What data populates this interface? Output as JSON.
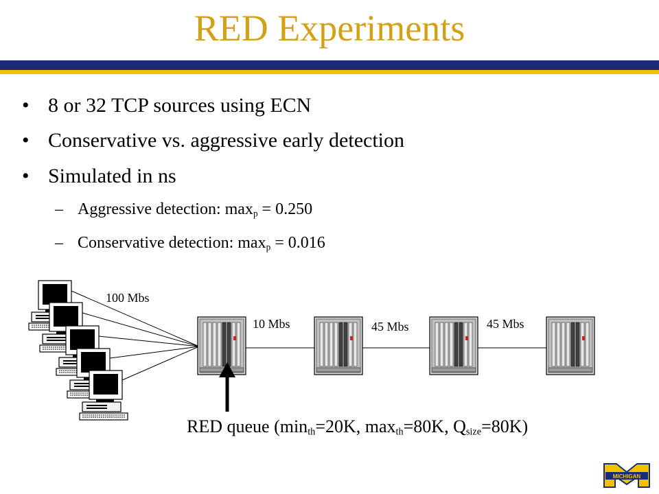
{
  "slide": {
    "title": "RED Experiments",
    "bullets": [
      "8 or 32 TCP sources using ECN",
      "Conservative vs. aggressive early detection",
      "Simulated in ns"
    ],
    "bullet_marker": "•",
    "sub_marker": "–",
    "sub_bullets": [
      {
        "prefix": "Aggressive detection: max",
        "subscript": "p",
        "suffix": " = 0.250"
      },
      {
        "prefix": "Conservative detection: max",
        "subscript": "p",
        "suffix": " = 0.016"
      }
    ]
  },
  "diagram": {
    "links": [
      {
        "label": "100 Mbs"
      },
      {
        "label": "10 Mbs"
      },
      {
        "label": "45 Mbs"
      },
      {
        "label": "45 Mbs"
      }
    ],
    "caption": {
      "p1": "RED queue (min",
      "s1": "th",
      "p2": "=20K, max",
      "s2": "th",
      "p3": "=80K, Q",
      "s3": "size",
      "p4": "=80K)"
    }
  },
  "logo": {
    "text": "MICHIGAN"
  },
  "colors": {
    "title": "#d4a017",
    "bar_blue": "#1a2c78",
    "bar_gold": "#f2c200"
  }
}
